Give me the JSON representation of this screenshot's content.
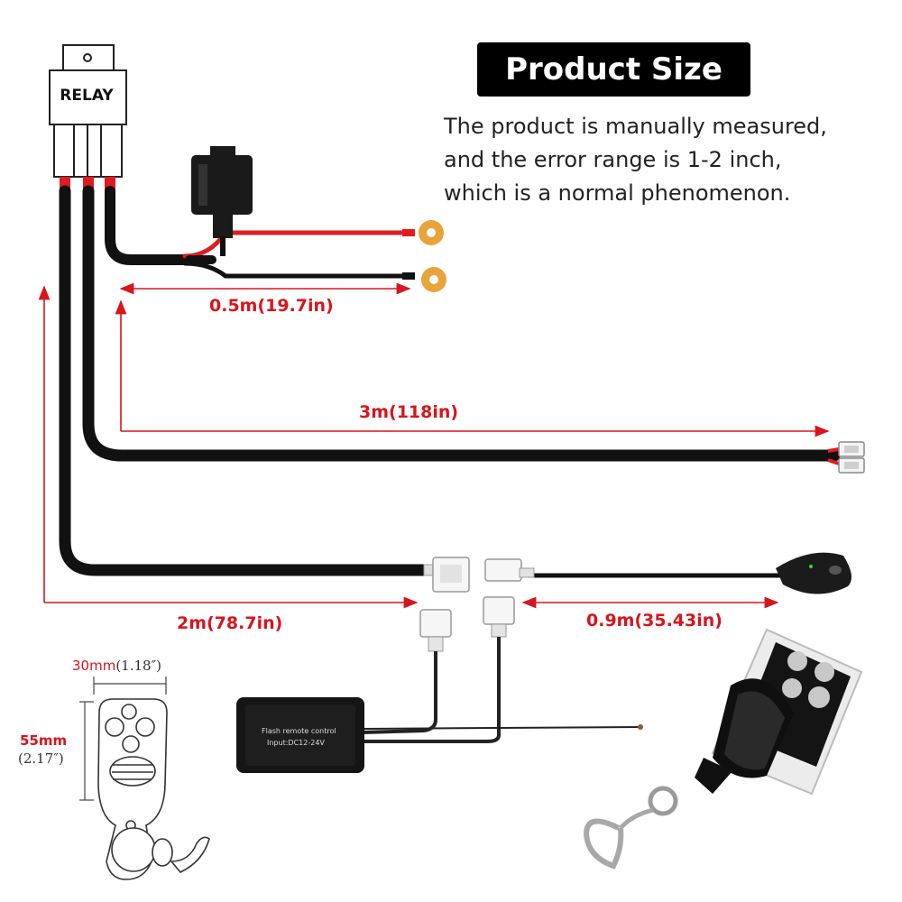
{
  "header": {
    "title": "Product Size",
    "note_lines": [
      "The product is manually measured,",
      "and the error range is 1-2 inch,",
      "which is a normal phenomenon."
    ]
  },
  "relay": {
    "label": "RELAY"
  },
  "dimensions": {
    "fuse_wire": "0.5m(19.7in)",
    "main_wire": "3m(118in)",
    "switch_wire": "2m(78.7in)",
    "switch_lead": "0.9m(35.43in)"
  },
  "remote_outline": {
    "width_mm": "30mm",
    "width_in": "(1.18″)",
    "height_mm": "55mm",
    "height_in": "(2.17″)"
  },
  "controller": {
    "line1": "Flash remote control",
    "line2": "Input:DC12-24V"
  },
  "colors": {
    "dimension": "#d8141c",
    "wire": "#111111",
    "wire_red": "#e01b22",
    "terminal": "#e8a33a"
  }
}
